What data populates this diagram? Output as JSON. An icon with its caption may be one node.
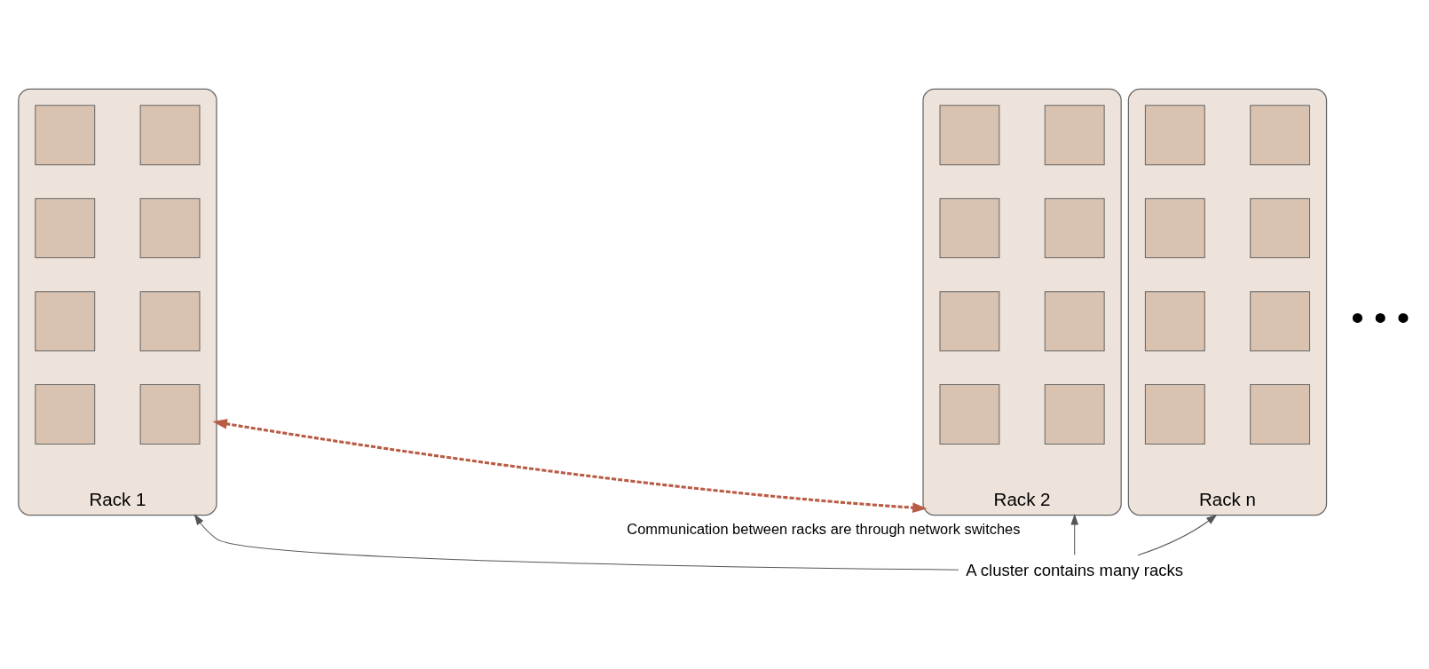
{
  "diagram": {
    "nodes": [
      {
        "text": [
          "Rack 1"
        ]
      },
      {
        "text": [],
        "shape": "box",
        "in": 0
      },
      {
        "text": [],
        "shape": "box",
        "in": 0
      },
      {
        "text": [],
        "shape": "box",
        "in": 0
      },
      {
        "text": [],
        "shape": "box",
        "in": 0
      },
      {
        "text": [],
        "shape": "box",
        "in": 0
      },
      {
        "text": [],
        "shape": "box",
        "in": 0
      },
      {
        "text": [],
        "shape": "box",
        "in": 0
      },
      {
        "text": [],
        "shape": "box",
        "in": 0
      },
      {
        "text": [
          "Rack 2"
        ]
      },
      {
        "text": [],
        "shape": "box",
        "in": 9
      },
      {
        "text": [],
        "shape": "box",
        "in": 9
      },
      {
        "text": [],
        "shape": "box",
        "in": 9
      },
      {
        "text": [],
        "shape": "box",
        "in": 9
      },
      {
        "text": [],
        "shape": "box",
        "in": 9
      },
      {
        "text": [],
        "shape": "box",
        "in": 9
      },
      {
        "text": [],
        "shape": "box",
        "in": 9
      },
      {
        "text": [],
        "shape": "box",
        "in": 9
      },
      {
        "text": [
          "Rack n"
        ]
      },
      {
        "text": [],
        "shape": "box",
        "in": 18
      },
      {
        "text": [],
        "shape": "box",
        "in": 18
      },
      {
        "text": [],
        "shape": "box",
        "in": 18
      },
      {
        "text": [],
        "shape": "box",
        "in": 18
      },
      {
        "text": [],
        "shape": "box",
        "in": 18
      },
      {
        "text": [],
        "shape": "box",
        "in": 18
      },
      {
        "text": [],
        "shape": "box",
        "in": 18
      },
      {
        "text": [],
        "shape": "box",
        "in": 18
      },
      {
        "text": [
          "A cluster contains many racks"
        ]
      }
    ],
    "edges": [
      {
        "from": 0,
        "to": 9,
        "arrow": "both",
        "style": "dashed",
        "color": "#b85c45",
        "label": "Communication between racks are through network switches"
      },
      {
        "from": 27,
        "to": 0,
        "arrow": "to"
      },
      {
        "from": 27,
        "to": 9,
        "arrow": "to"
      },
      {
        "from": 27,
        "to": 18,
        "arrow": "to"
      }
    ],
    "labels": [
      "• • •"
    ]
  }
}
